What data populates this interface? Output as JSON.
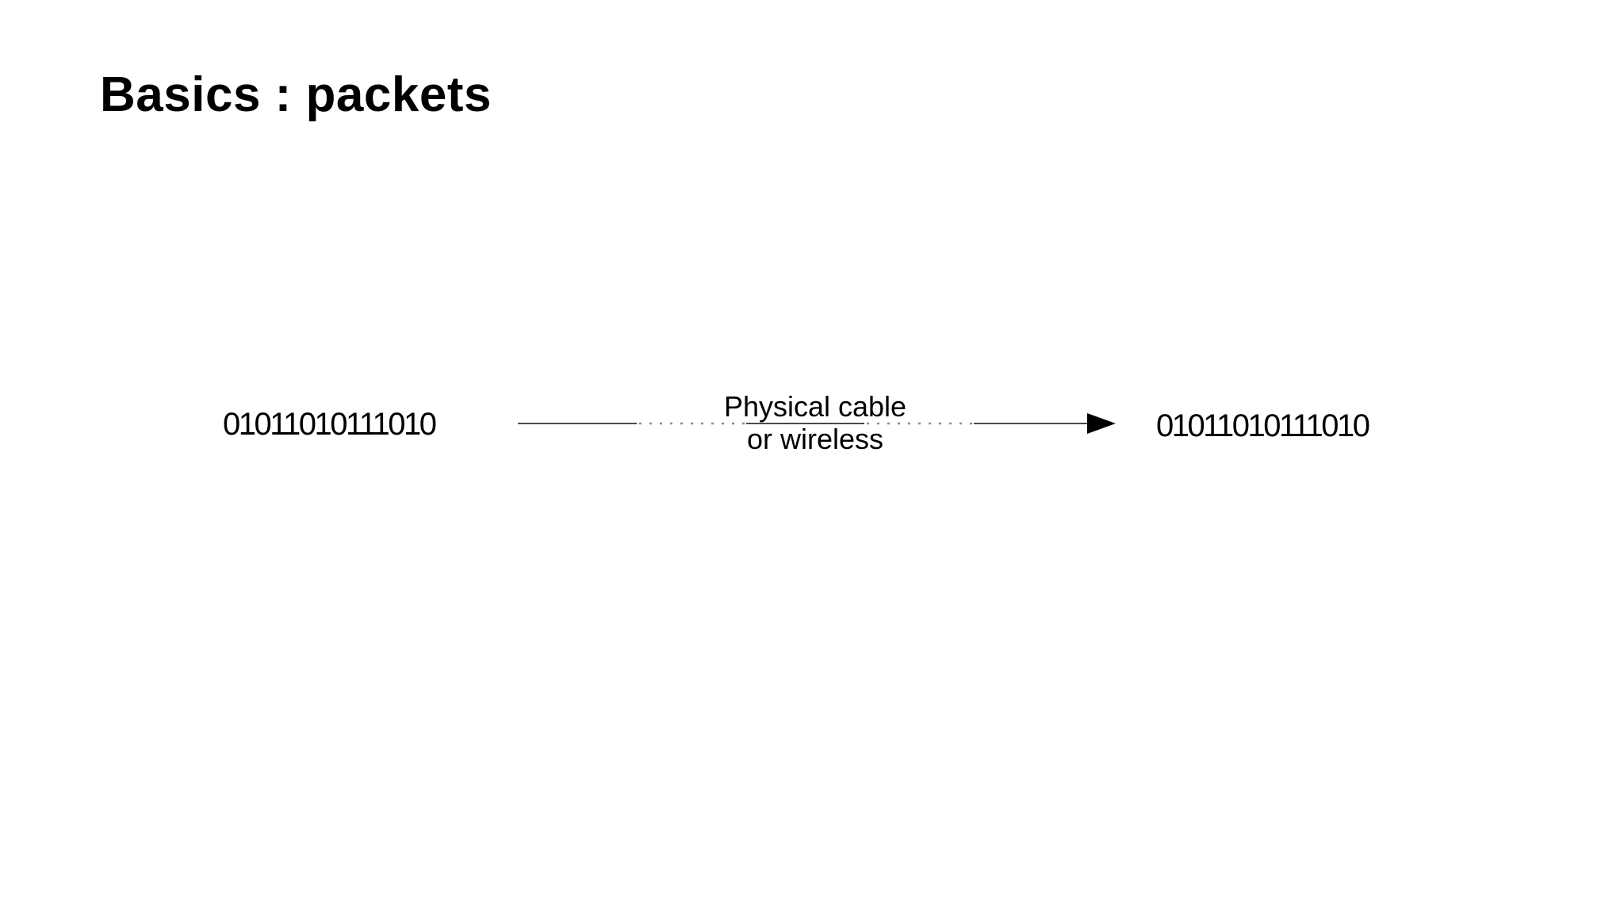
{
  "slide": {
    "title": "Basics : packets"
  },
  "diagram": {
    "sender_bits": "01011010111010",
    "receiver_bits": "01011010111010",
    "link_label": {
      "line1": "Physical cable",
      "line2": "or wireless"
    }
  },
  "colors": {
    "background": "#ffffff",
    "text": "#000000",
    "line_solid": "#4a4a4a",
    "line_dotted": "#8c8c8c",
    "arrowhead": "#000000"
  }
}
